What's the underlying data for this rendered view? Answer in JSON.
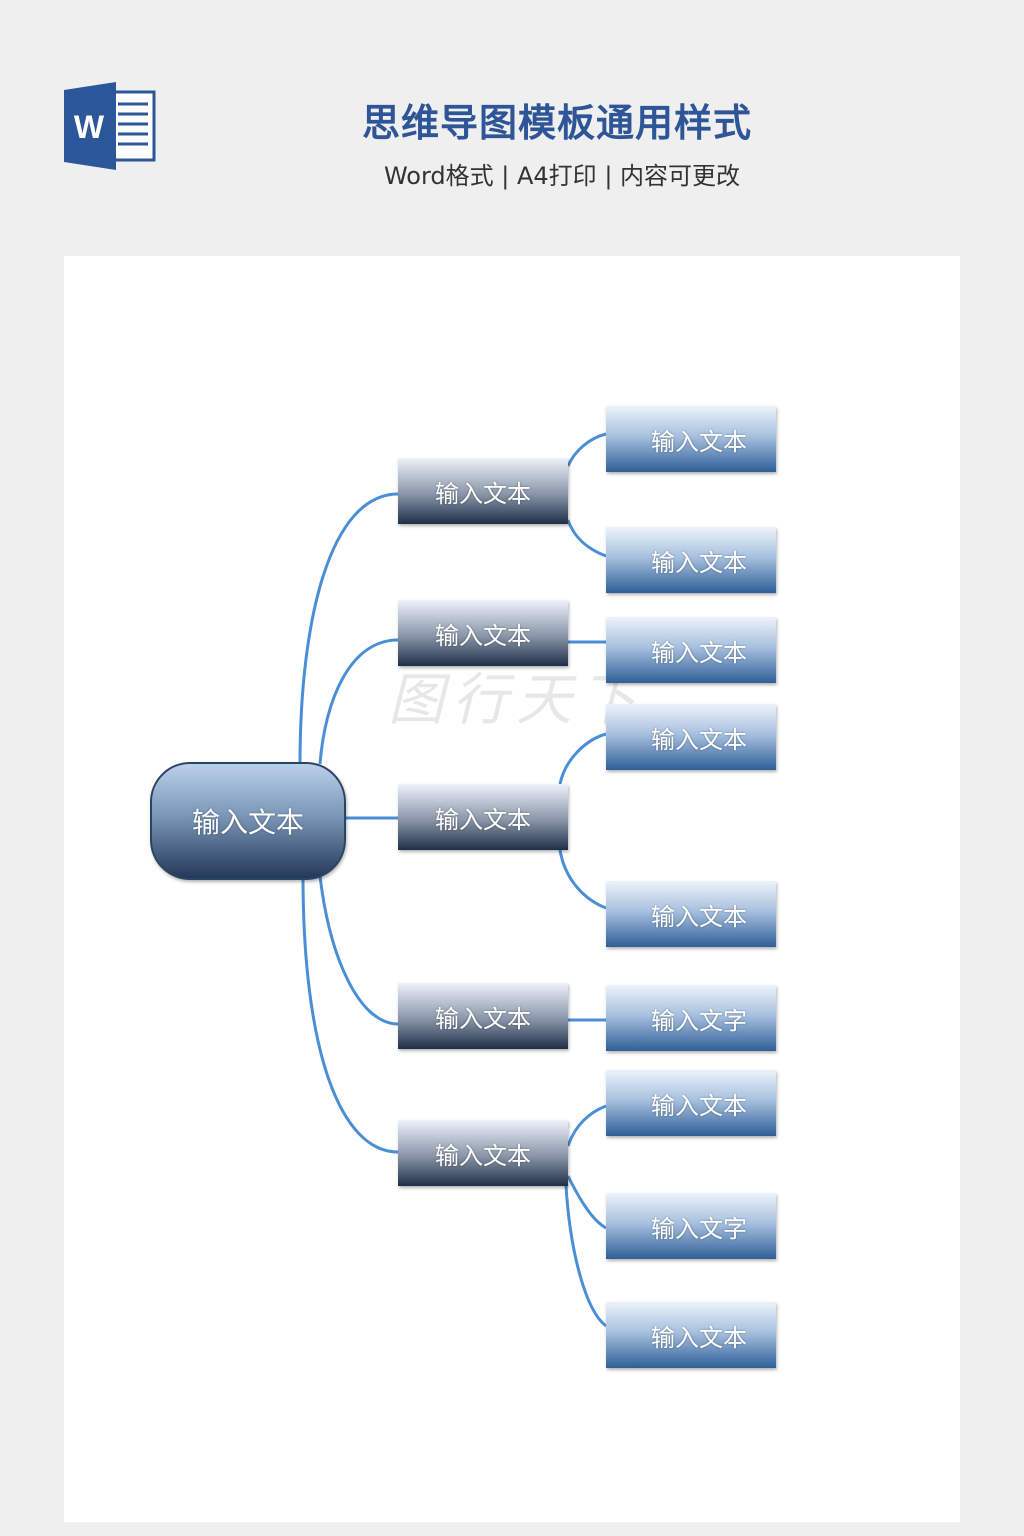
{
  "header": {
    "title": "思维导图模板通用样式",
    "subtitle": "Word格式 | A4打印 | 内容可更改",
    "icon_letter": "W"
  },
  "colors": {
    "title": "#2e5597",
    "connector": "#4a8fd6",
    "word_blue": "#2b579a"
  },
  "mindmap": {
    "root": "输入文本",
    "branches": [
      "输入文本",
      "输入文本",
      "输入文本",
      "输入文本",
      "输入文本"
    ],
    "leaves": [
      "输入文本",
      "输入文本",
      "输入文本",
      "输入文本",
      "输入文本",
      "输入文字",
      "输入文本",
      "输入文字",
      "输入文本"
    ]
  },
  "watermark": "图行天下"
}
